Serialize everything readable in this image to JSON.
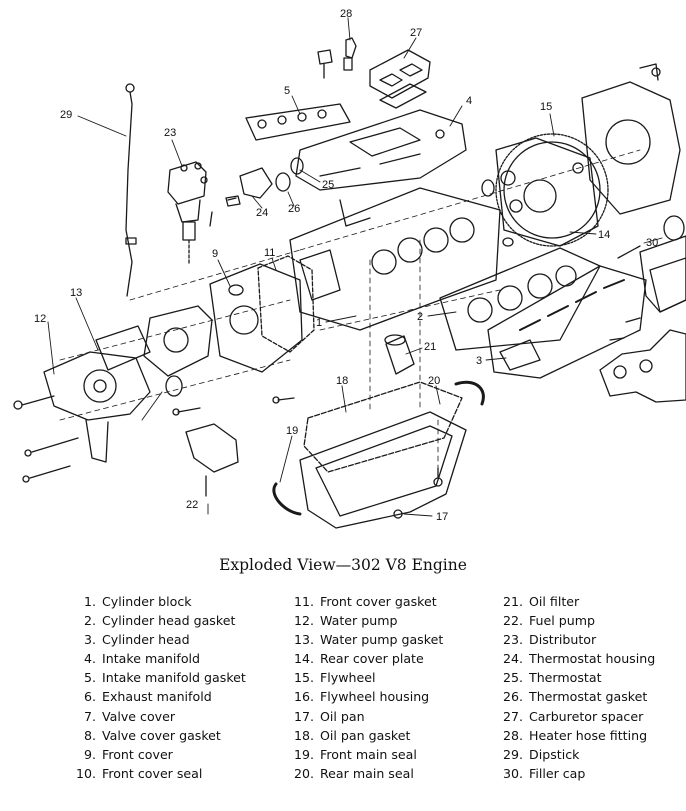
{
  "figure": {
    "caption": "Exploded View—302 V8 Engine",
    "callouts": [
      "1",
      "2",
      "3",
      "4",
      "5",
      "9",
      "11",
      "12",
      "13",
      "14",
      "15",
      "17",
      "18",
      "19",
      "20",
      "21",
      "22",
      "23",
      "24",
      "25",
      "26",
      "27",
      "28",
      "29",
      "30"
    ]
  },
  "legend": {
    "columns": [
      [
        {
          "num": "1.",
          "label": "Cylinder block"
        },
        {
          "num": "2.",
          "label": "Cylinder head gasket"
        },
        {
          "num": "3.",
          "label": "Cylinder head"
        },
        {
          "num": "4.",
          "label": "Intake manifold"
        },
        {
          "num": "5.",
          "label": "Intake manifold gasket"
        },
        {
          "num": "6.",
          "label": "Exhaust manifold"
        },
        {
          "num": "7.",
          "label": "Valve cover"
        },
        {
          "num": "8.",
          "label": "Valve cover gasket"
        },
        {
          "num": "9.",
          "label": "Front cover"
        },
        {
          "num": "10.",
          "label": "Front cover seal"
        }
      ],
      [
        {
          "num": "11.",
          "label": "Front cover gasket"
        },
        {
          "num": "12.",
          "label": "Water pump"
        },
        {
          "num": "13.",
          "label": "Water pump gasket"
        },
        {
          "num": "14.",
          "label": "Rear cover plate"
        },
        {
          "num": "15.",
          "label": "Flywheel"
        },
        {
          "num": "16.",
          "label": "Flywheel housing"
        },
        {
          "num": "17.",
          "label": "Oil pan"
        },
        {
          "num": "18.",
          "label": "Oil pan gasket"
        },
        {
          "num": "19.",
          "label": "Front main seal"
        },
        {
          "num": "20.",
          "label": "Rear main seal"
        }
      ],
      [
        {
          "num": "21.",
          "label": "Oil filter"
        },
        {
          "num": "22.",
          "label": "Fuel pump"
        },
        {
          "num": "23.",
          "label": "Distributor"
        },
        {
          "num": "24.",
          "label": "Thermostat housing"
        },
        {
          "num": "25.",
          "label": "Thermostat"
        },
        {
          "num": "26.",
          "label": "Thermostat gasket"
        },
        {
          "num": "27.",
          "label": "Carburetor spacer"
        },
        {
          "num": "28.",
          "label": "Heater hose fitting"
        },
        {
          "num": "29.",
          "label": "Dipstick"
        },
        {
          "num": "30.",
          "label": "Filler cap"
        }
      ]
    ]
  }
}
